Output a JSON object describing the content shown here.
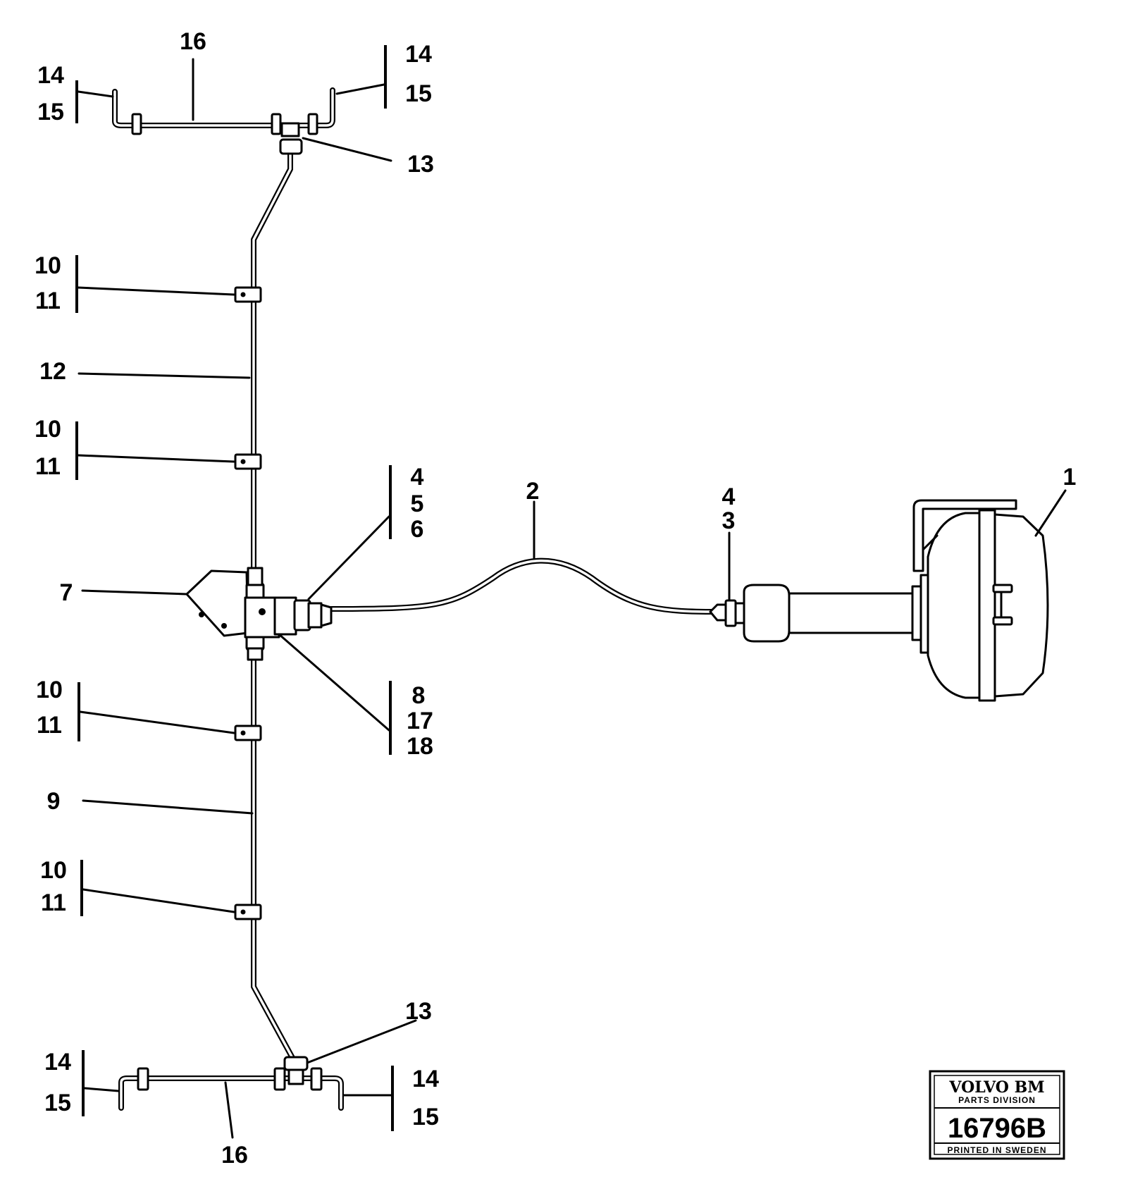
{
  "callouts": {
    "top_16": "16",
    "top_left_14": "14",
    "top_left_15": "15",
    "top_right_14": "14",
    "top_right_15": "15",
    "top_13": "13",
    "upper_10_a": "10",
    "upper_11_a": "11",
    "pipe_12": "12",
    "upper_10_b": "10",
    "upper_11_b": "11",
    "hose_2": "2",
    "valve_4": "4",
    "valve_5": "5",
    "valve_6": "6",
    "chamber_4": "4",
    "chamber_3": "3",
    "chamber_1": "1",
    "bracket_7": "7",
    "lower_8": "8",
    "lower_17": "17",
    "lower_18": "18",
    "lower_10_a": "10",
    "lower_11_a": "11",
    "pipe_9": "9",
    "lower_10_b": "10",
    "lower_11_b": "11",
    "bottom_13": "13",
    "bottom_left_14": "14",
    "bottom_left_15": "15",
    "bottom_right_14": "14",
    "bottom_right_15": "15",
    "bottom_16": "16"
  },
  "badge": {
    "brand": "VOLVO BM",
    "division": "PARTS DIVISION",
    "number": "16796B",
    "printed": "PRINTED IN SWEDEN"
  }
}
